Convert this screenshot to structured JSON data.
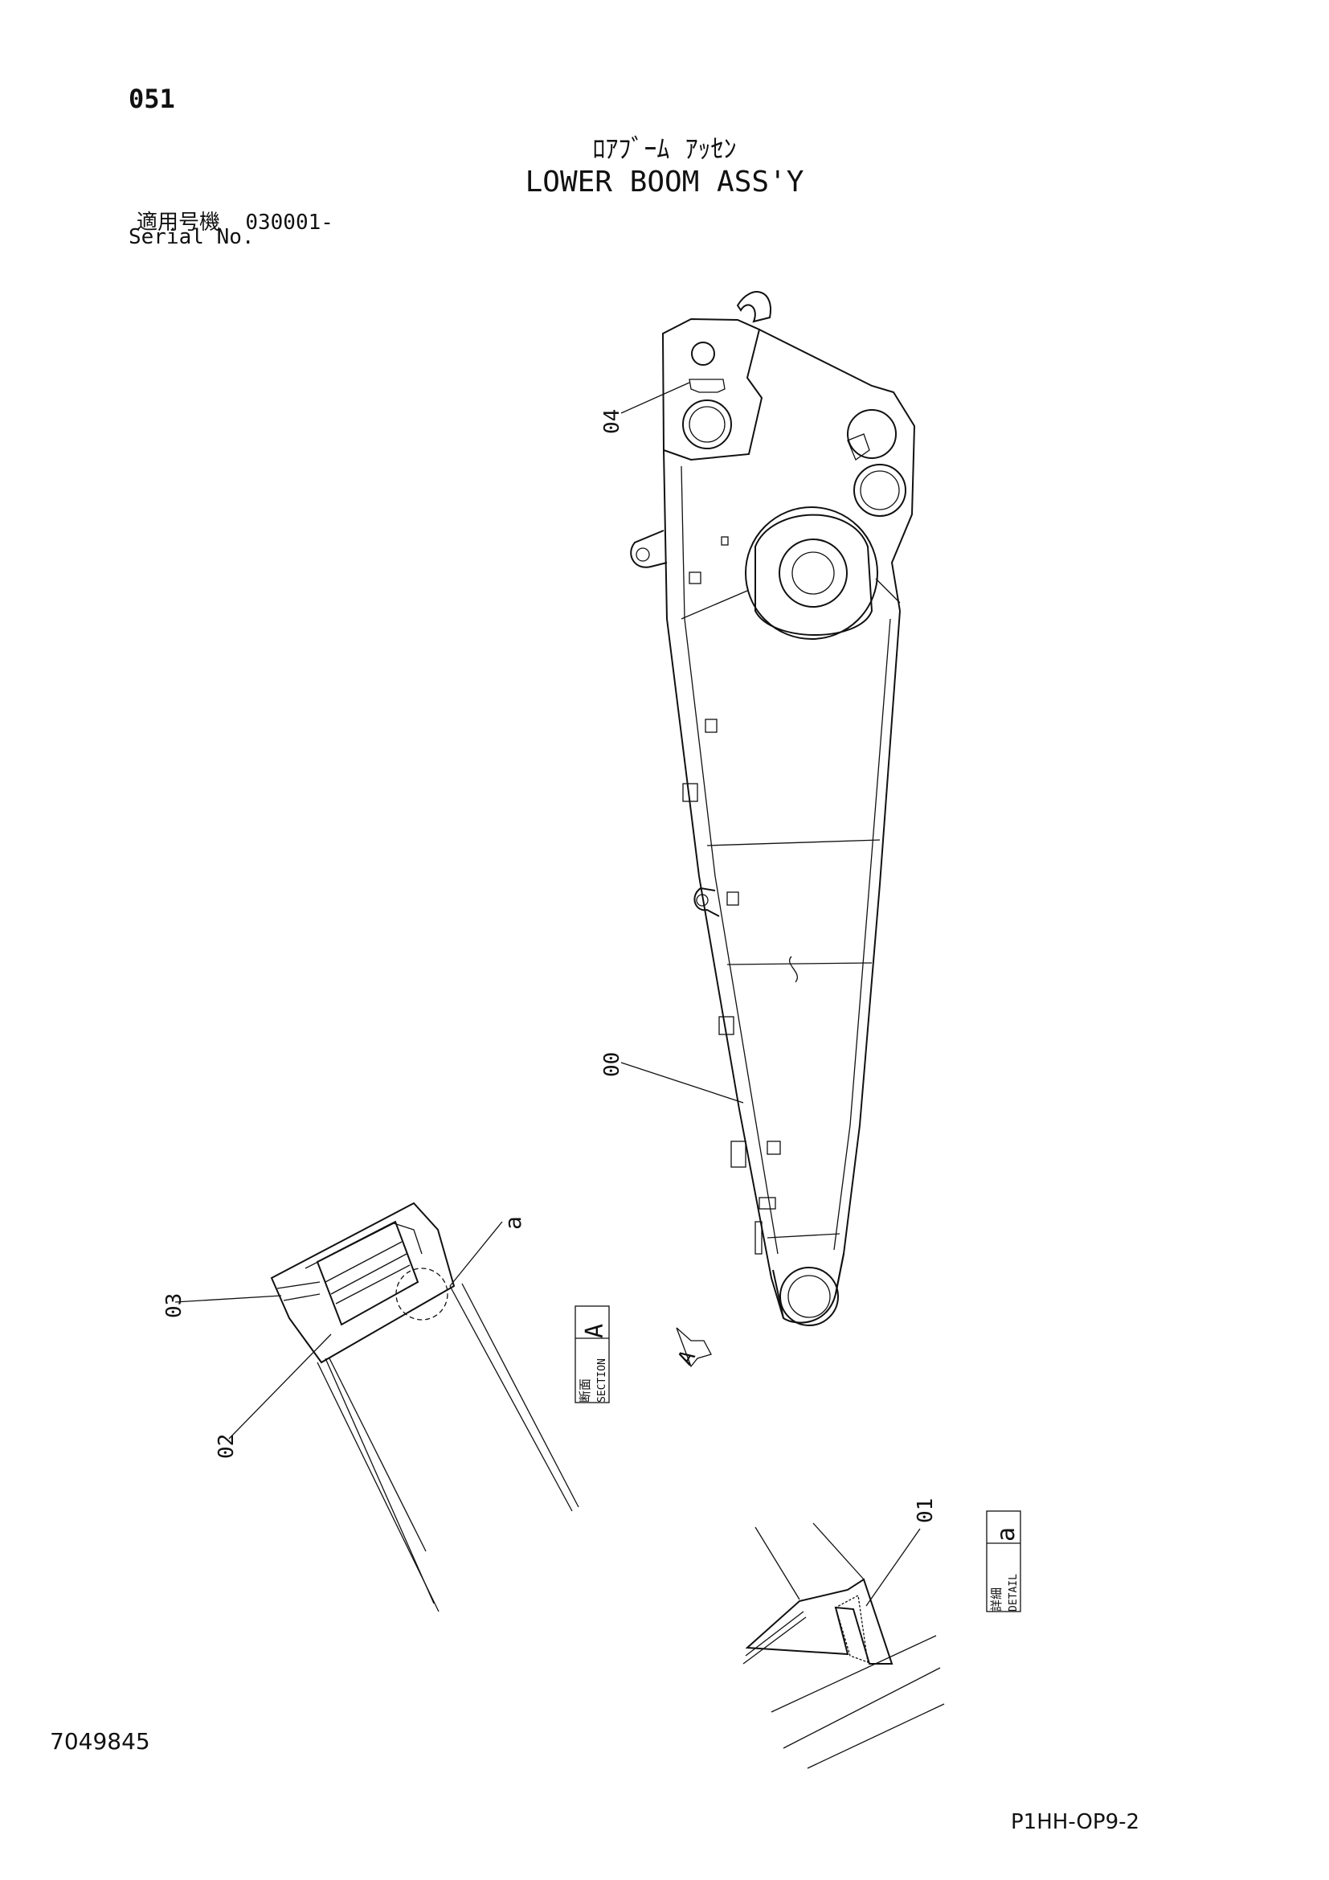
{
  "header": {
    "page_number": "051",
    "title_jp": "ﾛｱﾌﾞｰﾑ ｱｯｾﾝ",
    "title_en": "LOWER BOOM ASS'Y",
    "applicable_label_jp": "適用号機",
    "serial_range": "030001-",
    "serial_label_en": "Serial No."
  },
  "callouts": {
    "part_00": "00",
    "part_01": "01",
    "part_02": "02",
    "part_03": "03",
    "part_04": "04",
    "detail_ref": "a"
  },
  "section_box": {
    "jp": "断面",
    "en": "SECTION",
    "letter": "A"
  },
  "detail_box": {
    "jp": "詳細",
    "en": "DETAIL",
    "letter": "a"
  },
  "view_arrow": {
    "letter": "A"
  },
  "footer": {
    "doc_number": "7049845",
    "page_code": "P1HH-OP9-2"
  }
}
